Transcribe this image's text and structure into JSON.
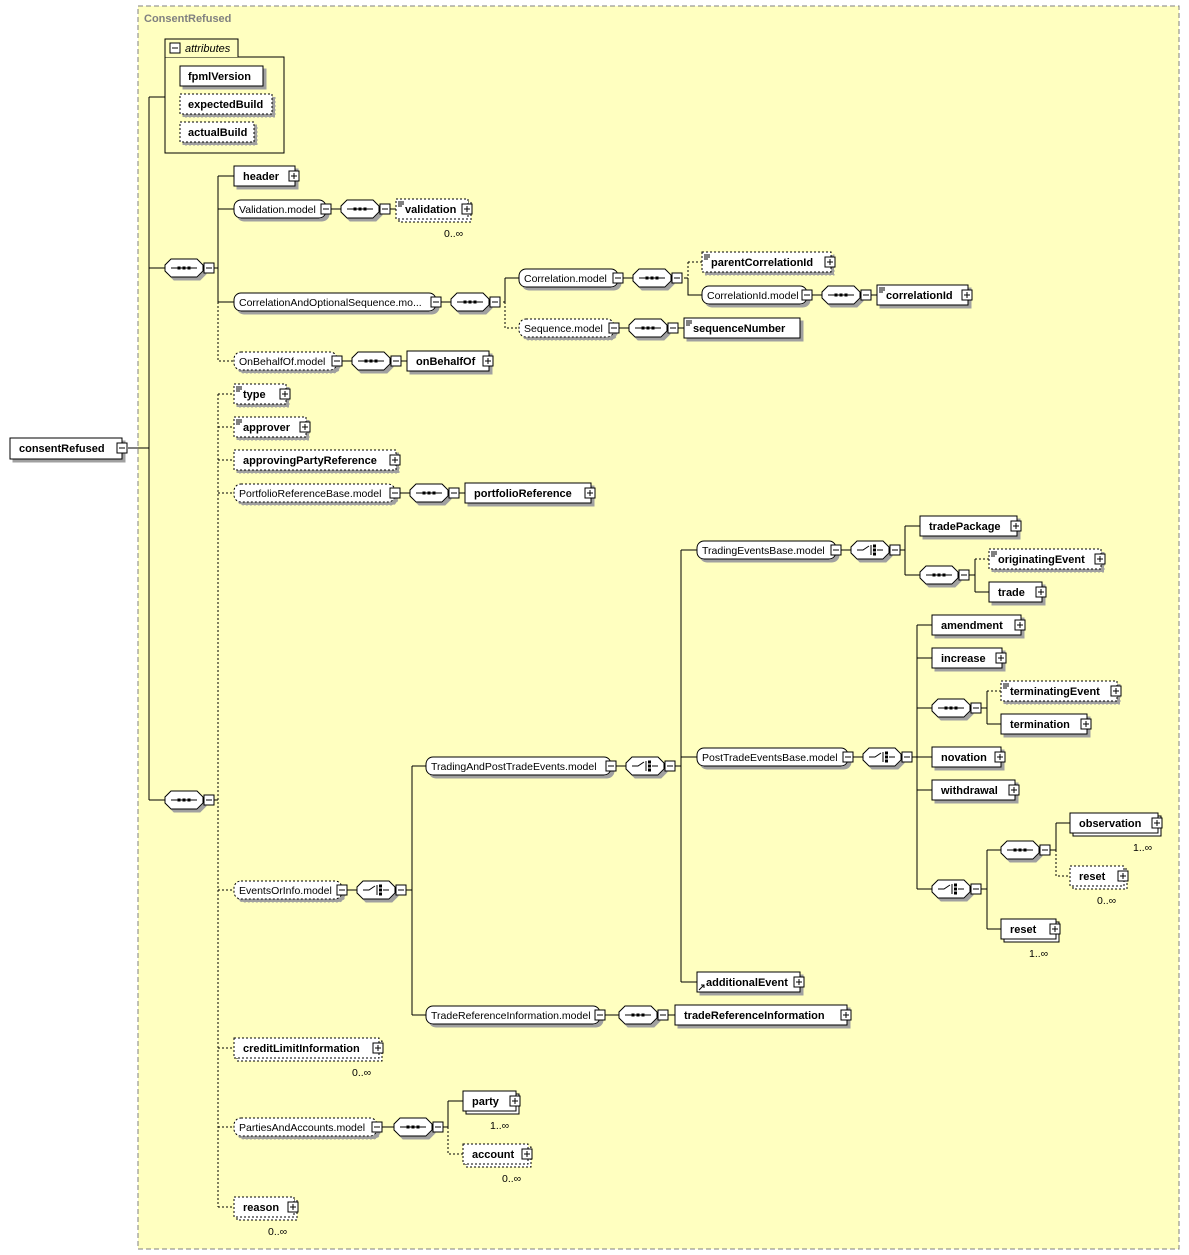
{
  "container_title": "ConsentRefused",
  "attributes": {
    "title": "attributes",
    "items": [
      "fpmlVersion",
      "expectedBuild",
      "actualBuild"
    ]
  },
  "root": "consentRefused",
  "elements": {
    "header": "header",
    "validation": "validation",
    "parentCorrelationId": "parentCorrelationId",
    "correlationId": "correlationId",
    "sequenceNumber": "sequenceNumber",
    "onBehalfOf": "onBehalfOf",
    "type": "type",
    "approver": "approver",
    "approvingPartyReference": "approvingPartyReference",
    "portfolioReference": "portfolioReference",
    "tradePackage": "tradePackage",
    "originatingEvent": "originatingEvent",
    "trade": "trade",
    "amendment": "amendment",
    "increase": "increase",
    "terminatingEvent": "terminatingEvent",
    "termination": "termination",
    "novation": "novation",
    "withdrawal": "withdrawal",
    "observation": "observation",
    "reset1": "reset",
    "reset2": "reset",
    "additionalEvent": "additionalEvent",
    "tradeReferenceInformation": "tradeReferenceInformation",
    "creditLimitInformation": "creditLimitInformation",
    "party": "party",
    "account": "account",
    "reason": "reason"
  },
  "models": {
    "validation": "Validation.model",
    "correlationAndOptional": "CorrelationAndOptionalSequence.mo...",
    "correlation": "Correlation.model",
    "correlationId": "CorrelationId.model",
    "sequence": "Sequence.model",
    "onBehalfOf": "OnBehalfOf.model",
    "portfolioReferenceBase": "PortfolioReferenceBase.model",
    "tradingEventsBase": "TradingEventsBase.model",
    "postTradeEventsBase": "PostTradeEventsBase.model",
    "tradingAndPostTrade": "TradingAndPostTradeEvents.model",
    "eventsOrInfo": "EventsOrInfo.model",
    "tradeReferenceInformation": "TradeReferenceInformation.model",
    "partiesAndAccounts": "PartiesAndAccounts.model"
  },
  "occurrences": {
    "validation": "0..∞",
    "observation": "1..∞",
    "reset1": "0..∞",
    "reset2": "1..∞",
    "creditLimitInformation": "0..∞",
    "party": "1..∞",
    "account": "0..∞",
    "reason": "0..∞"
  },
  "colors": {
    "container_bg": "#ffffc0",
    "model_bg": "#ffffff",
    "line": "#000000",
    "title": "#808080"
  }
}
